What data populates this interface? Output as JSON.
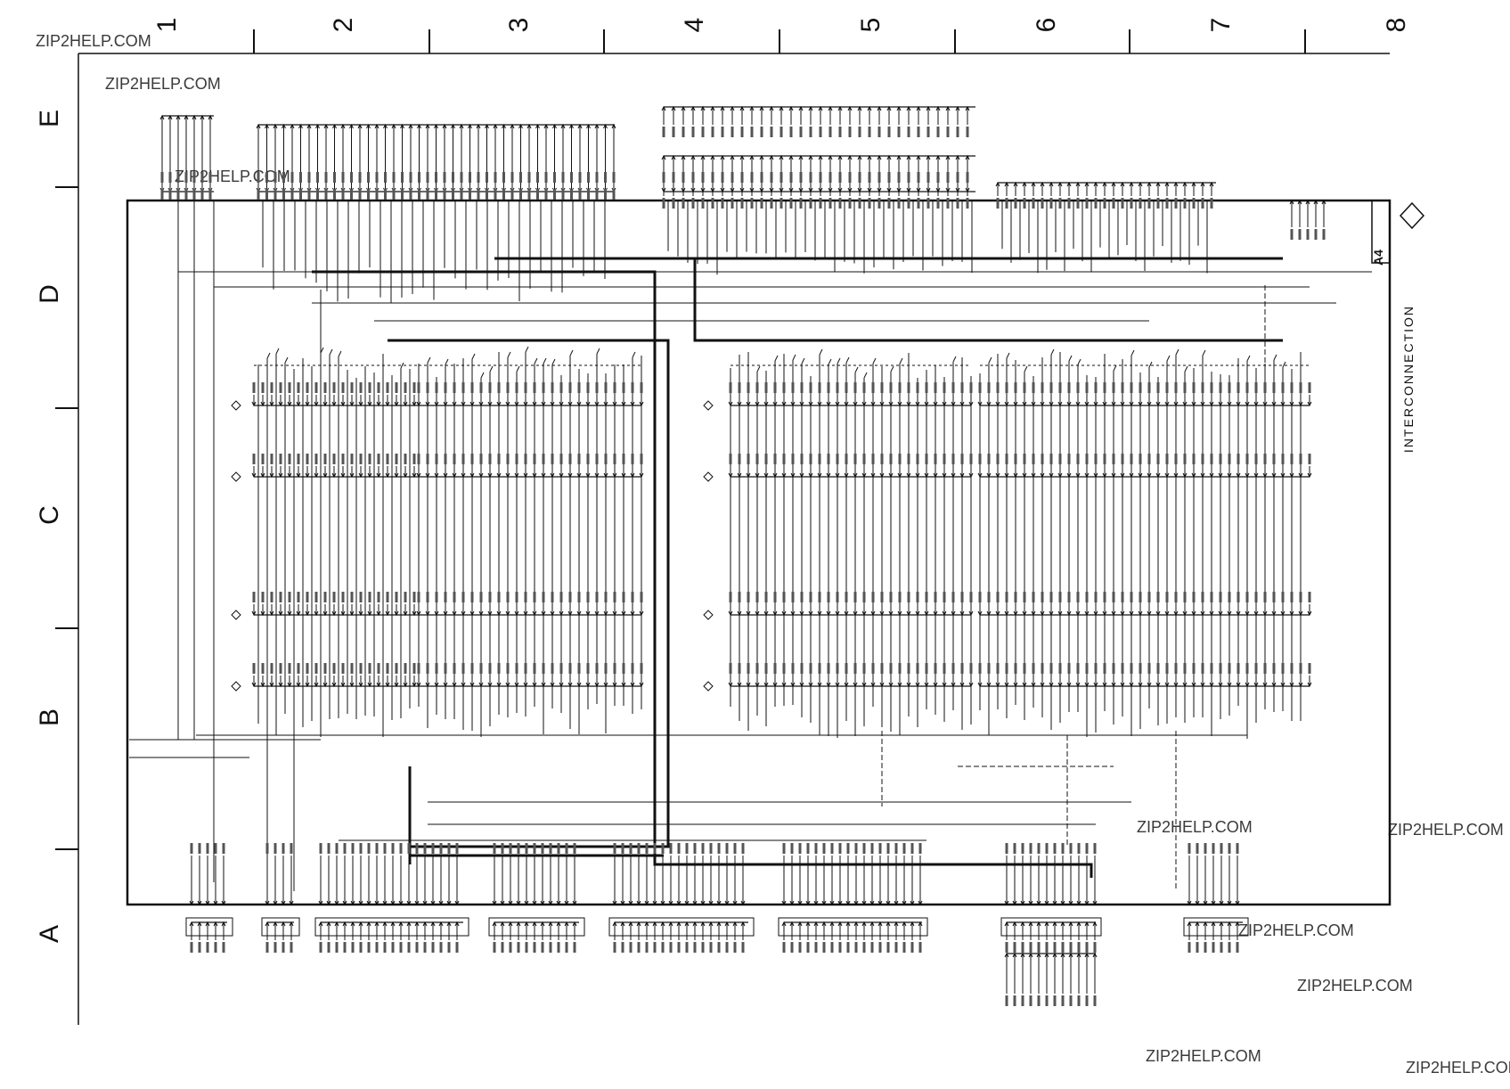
{
  "watermark": "ZIP2HELP.COM",
  "zone_numbers": [
    "1",
    "2",
    "3",
    "4",
    "5",
    "6",
    "7",
    "8"
  ],
  "zone_letters": [
    "E",
    "D",
    "C",
    "B",
    "A"
  ],
  "title": "INTERCONNECTION",
  "board_tag": "A4"
}
